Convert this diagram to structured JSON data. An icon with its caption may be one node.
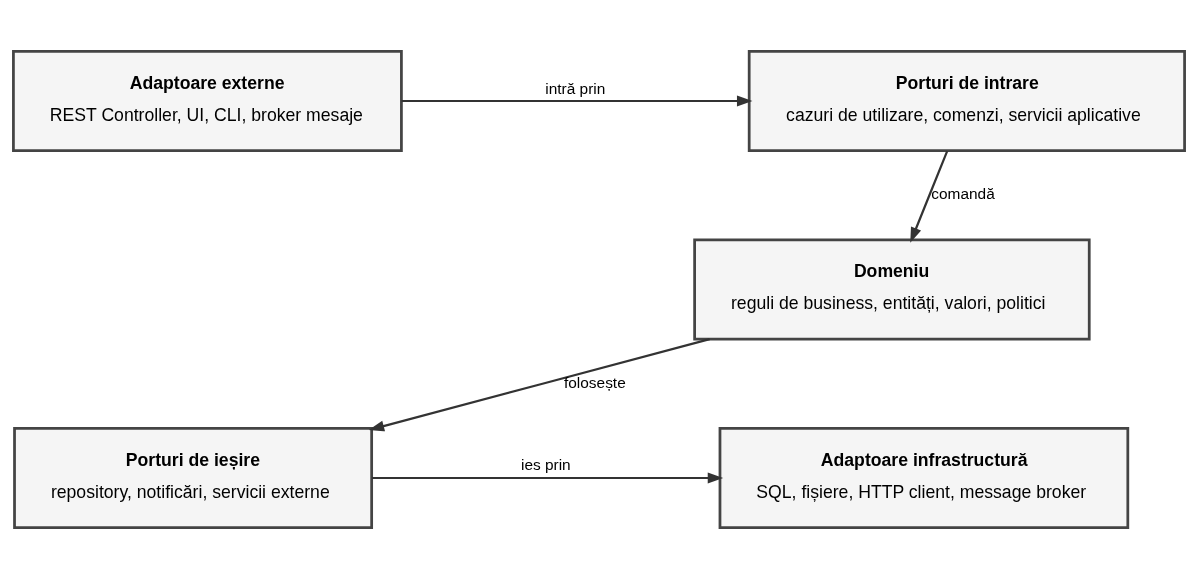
{
  "diagram": {
    "nodes": [
      {
        "text": [
          "Adaptoare externe",
          "REST Controller, UI, CLI, broker mesaje"
        ]
      },
      {
        "text": [
          "Porturi de intrare",
          "cazuri de utilizare, comenzi, servicii aplicative"
        ]
      },
      {
        "text": [
          "Domeniu",
          "reguli de business, entități, valori, politici"
        ]
      },
      {
        "text": [
          "Porturi de ieșire",
          "repository, notificări, servicii externe"
        ]
      },
      {
        "text": [
          "Adaptoare infrastructură",
          "SQL, fișiere, HTTP client, message broker"
        ]
      }
    ],
    "edges": [
      {
        "from": 0,
        "to": 1,
        "arrow": "to",
        "label": "intră prin"
      },
      {
        "from": 1,
        "to": 2,
        "arrow": "to",
        "label": "comandă"
      },
      {
        "from": 2,
        "to": 3,
        "arrow": "to",
        "label": "folosește"
      },
      {
        "from": 3,
        "to": 4,
        "arrow": "to",
        "label": "ies prin"
      }
    ]
  }
}
